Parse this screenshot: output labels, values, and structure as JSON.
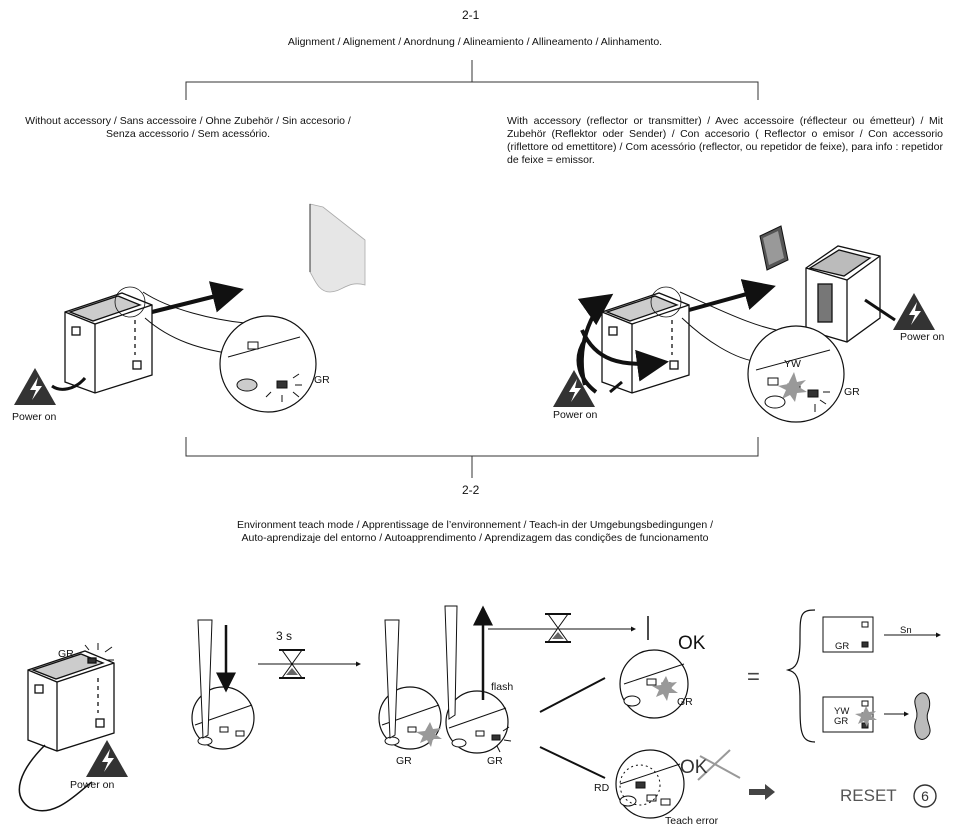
{
  "section_21": {
    "number": "2-1",
    "title": "Alignment / Alignement / Anordnung / Alineamiento / Allineamento / Alinhamento.",
    "left_caption": "Without accessory / Sans accessoire / Ohne Zubehör / Sin accesorio / Senza accessorio / Sem acessório.",
    "right_caption": "With accessory (reflector or transmitter) / Avec accessoire (réflecteur ou émetteur) / Mit Zubehör (Reflektor oder Sender) / Con accesorio ( Reflector o emisor / Con accessorio (riflettore od emettitore) / Com acessório (reflector, ou repetidor de feixe), para info : repetidor de feixe = emissor.",
    "power_on_left": "Power on",
    "power_on_mid": "Power on",
    "power_on_right": "Power on",
    "led_gr_left": "GR",
    "led_yw": "YW",
    "led_gr_right": "GR"
  },
  "section_22": {
    "number": "2-2",
    "title_line1": "Environment teach mode / Apprentissage de l’environnement / Teach-in der Umgebungsbedingungen /",
    "title_line2": "Auto-aprendizaje del entorno / Autoapprendimento / Aprendizagem das condições de funcionamento",
    "power_on": "Power on",
    "led_gr_sensor": "GR",
    "hold_time": "3 s",
    "led_gr_press": "GR",
    "flash": "flash",
    "led_gr_flash": "GR",
    "ok": "OK",
    "led_gr_ok": "GR",
    "ok_error": "OK",
    "led_rd": "RD",
    "teach_error": "Teach error",
    "equals": "=",
    "result_gr1": "GR",
    "sn": "Sn",
    "result_yw": "YW",
    "result_gr2": "GR",
    "reset": "RESET",
    "reset_step": "6"
  }
}
